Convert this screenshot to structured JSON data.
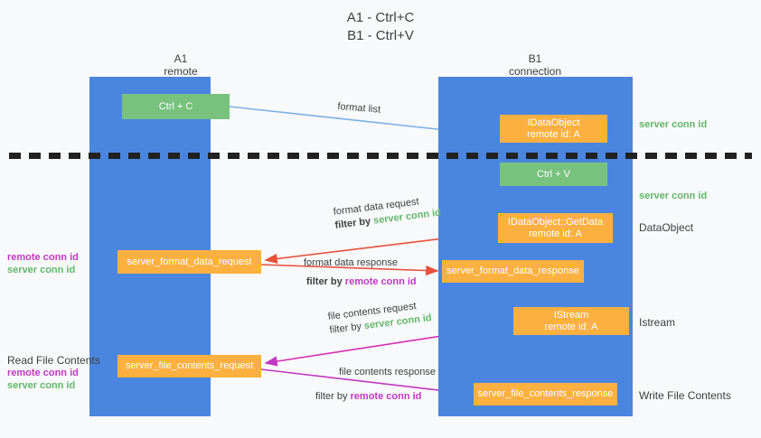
{
  "title": "A1 - Ctrl+C\nB1 - Ctrl+V",
  "colors": {
    "lane": "#4a86e0",
    "green_box": "#78c27e",
    "orange_box": "#fbb040",
    "server_conn_id": "#61b76a",
    "remote_conn_id": "#c238c2",
    "background": "#f8f9fa",
    "dashed_line": "#212121"
  },
  "columns": [
    {
      "id": "a1",
      "title": "A1\nremote"
    },
    {
      "id": "b1",
      "title": "B1\nconnection"
    }
  ],
  "nodes": {
    "ctrl_c": "Ctrl + C",
    "idataobject": "IDataObject\nremote id: A",
    "ctrl_v": "Ctrl + V",
    "getdata": "IDataObject::GetData\nremote id: A",
    "server_format_data_request": "server_format_data_request",
    "server_format_data_response": "server_format_data_response",
    "istream": "IStream\nremote id: A",
    "server_file_contents_request": "server_file_contents_request",
    "server_file_contents_response": "server_file_contents_response"
  },
  "edge_labels": {
    "format_list": "format list",
    "format_data_request": "format data request",
    "format_data_response": "format data response",
    "file_contents_request": "file contents request",
    "file_contents_response": "file contents response",
    "filter_by": "filter by",
    "server_conn_id": "server conn id",
    "remote_conn_id": "remote conn id"
  },
  "annotations": {
    "server_conn_id": "server conn id",
    "remote_conn_id": "remote conn id",
    "dataobject": "DataObject",
    "istream": "Istream",
    "write_file_contents": "Write File Contents",
    "read_file_contents": "Read File Contents"
  }
}
